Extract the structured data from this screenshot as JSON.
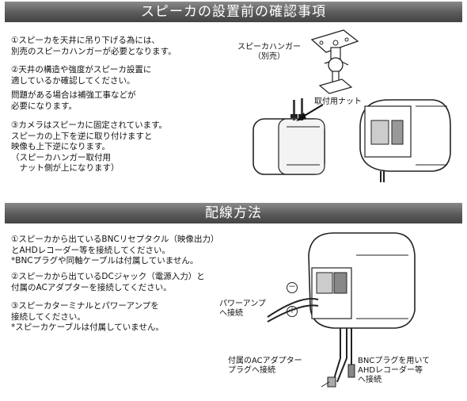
{
  "section1": {
    "title": "スピーカの設置前の確認事項",
    "para1": "①スピーカを天井に吊り下げる為には、\n別売のスピーカハンガーが必要となります。",
    "para2": "②天井の構造や強度がスピーカ設置に\n適しているか確認してください。",
    "para3": "問題がある場合は補強工事などが\n必要になります。",
    "para4": "③カメラはスピーカに固定されています。\nスピーカの上下を逆に取り付けますと\n映像も上下逆になります。\n（スピーカハンガー取付用\n　ナット側が上になります）",
    "hanger_label": "スピーカハンガー\n（別売）",
    "nut_label": "取付用ナット"
  },
  "section2": {
    "title": "配線方法",
    "para1": "①スピーカから出ているBNCリセプタクル（映像出力）\nとAHDレコーダー等を接続してください。\n*BNCプラグや同軸ケーブルは付属していません。",
    "para2": "②スピーカから出ているDCジャック（電源入力）と\n付属のACアダプターを接続してください。",
    "para3": "③スピーカターミナルとパワーアンプを\n接続してください。\n*スピーカケーブルは付属していません。",
    "minus_symbol": "－",
    "plus_symbol": "＋",
    "amp_label": "パワーアンプ\nへ接続",
    "adapter_label": "付属のACアダプター\nプラグへ接続",
    "bnc_label": "BNCプラグを用いて\nAHDレコーダー等\nへ接続"
  }
}
